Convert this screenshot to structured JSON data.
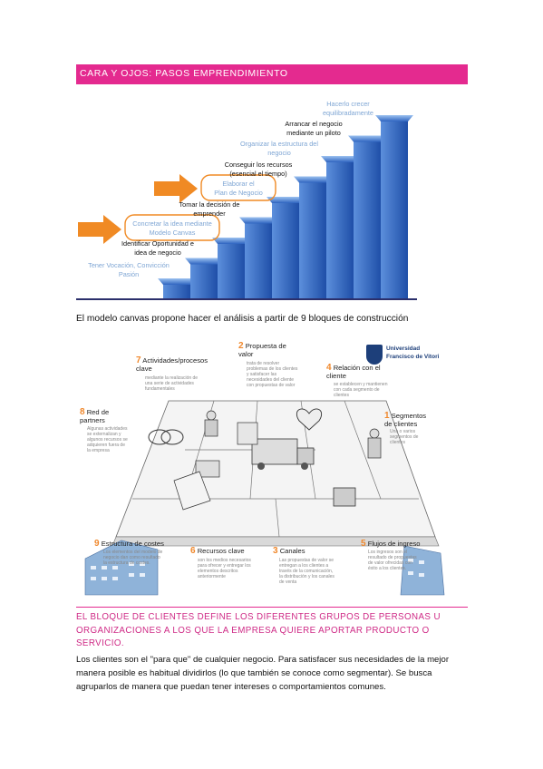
{
  "header": {
    "title": "CARA Y OJOS: PASOS EMPRENDIMIENTO"
  },
  "steps": [
    {
      "text": "Tener Vocación, Convicción\nPasión",
      "tone": "light"
    },
    {
      "text": "Identificar Oportunidad e\nidea de negocio",
      "tone": "dark"
    },
    {
      "text": "Concretar la idea mediante\nModelo Canvas",
      "tone": "light"
    },
    {
      "text": "Tomar la decisión de\nemprender",
      "tone": "dark"
    },
    {
      "text": "Elaborar el\nPlan de Negocio",
      "tone": "light"
    },
    {
      "text": "Conseguir los recursos\n(esencial el tiempo)",
      "tone": "dark"
    },
    {
      "text": "Organizar la estructura del\nnegocio",
      "tone": "light"
    },
    {
      "text": "Arrancar el negocio\nmediante un piloto",
      "tone": "dark"
    },
    {
      "text": "Hacerlo crecer\nequilibradamente",
      "tone": "light"
    }
  ],
  "canvas_intro": "El modelo canvas propone hacer el análisis a partir de 9 bloques de construcción",
  "canvas": {
    "logo": {
      "line1": "Universidad",
      "line2": "Francisco de Vitori"
    },
    "blocks": [
      {
        "num": "1",
        "title": "Segmentos\nde clientes",
        "desc": "Una o varios\nsegmentos de\nclientes"
      },
      {
        "num": "2",
        "title": "Propuesta de\nvalor",
        "desc": "trata de resolver\nproblemas de los clientes\ny satisfacer las\nnecesidades del cliente\ncon propuestas de valor"
      },
      {
        "num": "3",
        "title": "Canales",
        "desc": "Las propuestas de valor se\nentregan a los clientes a\ntravés de la comunicación,\nla distribución y los canales\nde venta"
      },
      {
        "num": "4",
        "title": "Relación con el\ncliente",
        "desc": "se establecen y mantienen\ncon cada segmento de\nclientes"
      },
      {
        "num": "5",
        "title": "Flujos de ingreso",
        "desc": "Los ingresos son el\nresultado de propuestas\nde valor ofrecidas con\néxito a los clientes."
      },
      {
        "num": "6",
        "title": "Recursos clave",
        "desc": "son los medios necesarios\npara ofrecer y entregar los\nelementos descritos\nanteriormente"
      },
      {
        "num": "7",
        "title": "Actividades/procesos\nclave",
        "desc": "mediante la realización de\nuna serie de actividades\nfundamentales"
      },
      {
        "num": "8",
        "title": "Red de\npartners",
        "desc": "Algunas actividades\nse externalizan y\nalgunos recursos se\nadquieren fuera de\nla empresa"
      },
      {
        "num": "9",
        "title": "Estructura de  costes",
        "desc": "Los elementos del modelo de\nnegocio dan como resultado\nla estructura de costes."
      }
    ]
  },
  "section2": {
    "heading": "EL BLOQUE DE CLIENTES DEFINE LOS DIFERENTES GRUPOS DE PERSONAS U ORGANIZACIONES A LOS QUE LA EMPRESA QUIERE APORTAR PRODUCTO O SERVICIO.",
    "body": "Los clientes son el \"para que\" de cualquier negocio. Para satisfacer sus necesidades de la mejor manera posible es habitual dividirlos (lo que también se conoce como segmentar). Se busca agruparlos de manera que puedan tener intereses o comportamientos comunes."
  },
  "colors": {
    "accent": "#e42a8f",
    "heading": "#cf2a86",
    "stairs": "#4f86d6",
    "arrow": "#f08a24"
  }
}
